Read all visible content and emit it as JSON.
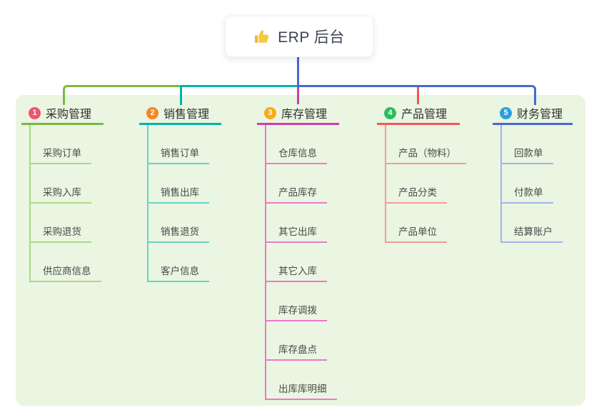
{
  "root": {
    "label": "ERP 后台",
    "icon": "thumbs-up-icon",
    "icon_color": "#f2b92e",
    "line_color": "#4968d2"
  },
  "panel": {
    "background": "#eaf5e2"
  },
  "branches": [
    {
      "num": "1",
      "label": "采购管理",
      "badge_color": "#f0546e",
      "line": "#7cb93f",
      "line_light": "#abd985",
      "children": [
        "采购订单",
        "采购入库",
        "采购退货",
        "供应商信息"
      ]
    },
    {
      "num": "2",
      "label": "销售管理",
      "badge_color": "#f6861f",
      "line": "#00b3aa",
      "line_light": "#66d3c8",
      "children": [
        "销售订单",
        "销售出库",
        "销售退货",
        "客户信息"
      ]
    },
    {
      "num": "3",
      "label": "库存管理",
      "badge_color": "#f9ab13",
      "line": "#cb3fab",
      "line_light": "#ee77cd",
      "children": [
        "仓库信息",
        "产品库存",
        "其它出库",
        "其它入库",
        "库存调拨",
        "库存盘点",
        "出库库明细"
      ]
    },
    {
      "num": "4",
      "label": "产品管理",
      "badge_color": "#2abd5e",
      "line": "#f25858",
      "line_light": "#f79b95",
      "children": [
        "产品（物料）",
        "产品分类",
        "产品单位"
      ]
    },
    {
      "num": "5",
      "label": "财务管理",
      "badge_color": "#2aa0dc",
      "line": "#4968d2",
      "line_light": "#a3b3e8",
      "children": [
        "回款单",
        "付款单",
        "结算账户"
      ]
    }
  ]
}
